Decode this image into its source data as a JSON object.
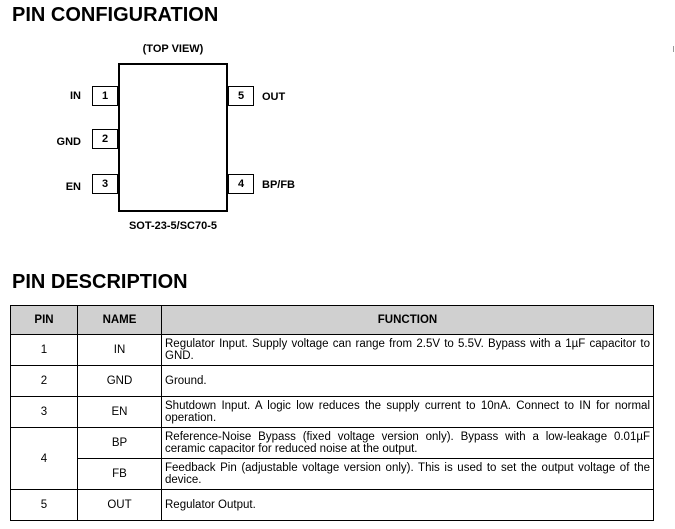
{
  "sections": {
    "configuration_title": "PIN CONFIGURATION",
    "description_title": "PIN DESCRIPTION"
  },
  "diagram": {
    "view_label": "(TOP VIEW)",
    "package": "SOT-23-5/SC70-5",
    "left_pins": [
      {
        "number": "1",
        "label": "IN"
      },
      {
        "number": "2",
        "label": "GND"
      },
      {
        "number": "3",
        "label": "EN"
      }
    ],
    "right_pins": [
      {
        "number": "5",
        "label": "OUT"
      },
      {
        "number": "4",
        "label": "BP/FB"
      }
    ]
  },
  "table": {
    "headers": {
      "pin": "PIN",
      "name": "NAME",
      "function": "FUNCTION"
    },
    "rows": [
      {
        "pin": "1",
        "name": "IN",
        "function": "Regulator Input. Supply voltage can range from 2.5V to 5.5V. Bypass with a 1µF capacitor to GND."
      },
      {
        "pin": "2",
        "name": "GND",
        "function": "Ground."
      },
      {
        "pin": "3",
        "name": "EN",
        "function": "Shutdown Input. A logic low reduces the supply current to 10nA. Connect to IN for normal operation."
      },
      {
        "pin": "4",
        "name": "BP",
        "function": "Reference-Noise Bypass (fixed voltage version only). Bypass with a low-leakage 0.01µF ceramic capacitor for reduced noise at the output."
      },
      {
        "pin": "",
        "name": "FB",
        "function": "Feedback Pin (adjustable voltage version only). This is used to set the output voltage of the device."
      },
      {
        "pin": "5",
        "name": "OUT",
        "function": "Regulator Output."
      }
    ]
  }
}
